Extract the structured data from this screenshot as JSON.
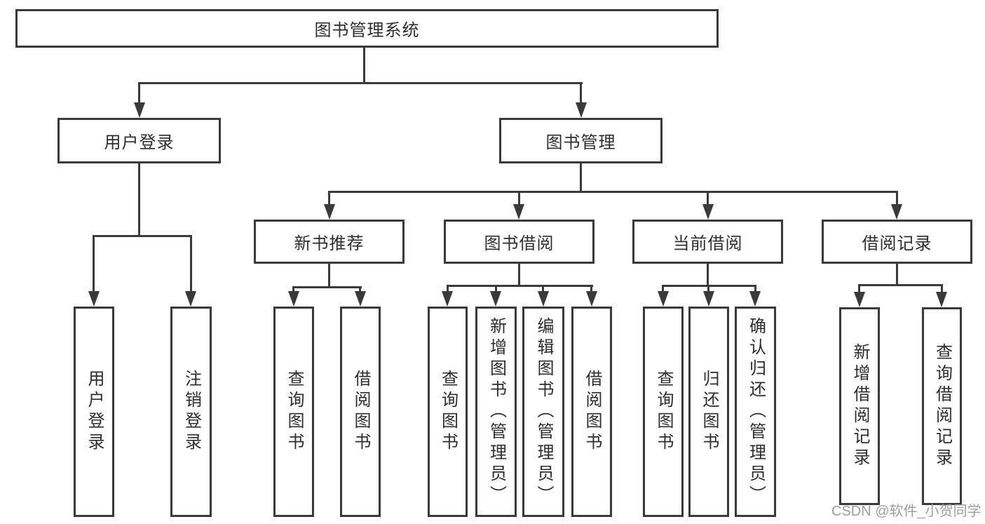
{
  "diagram": {
    "title": "图书管理系统",
    "nodes": {
      "root": "图书管理系统",
      "user_login": "用户登录",
      "book_mgmt": "图书管理",
      "new_book_rec": "新书推荐",
      "book_borrow": "图书借阅",
      "current_borrow": "当前借阅",
      "borrow_records": "借阅记录",
      "leaf_user_login": "用户登录",
      "leaf_logout": "注销登录",
      "leaf_rec_query_book": "查询图书",
      "leaf_rec_borrow_book": "借阅图书",
      "leaf_bb_query_book": "查询图书",
      "leaf_bb_add_book": "新增图书（管理员）",
      "leaf_bb_edit_book": "编辑图书（管理员）",
      "leaf_bb_borrow_book": "借阅图书",
      "leaf_cb_query_book": "查询图书",
      "leaf_cb_return_book": "归还图书",
      "leaf_cb_confirm_return": "确认归还（管理员）",
      "leaf_br_add_record": "新增借阅记录",
      "leaf_br_query_record": "查询借阅记录"
    },
    "hierarchy": {
      "label": "图书管理系统",
      "children": [
        {
          "label": "用户登录",
          "children": [
            {
              "label": "用户登录"
            },
            {
              "label": "注销登录"
            }
          ]
        },
        {
          "label": "图书管理",
          "children": [
            {
              "label": "新书推荐",
              "children": [
                {
                  "label": "查询图书"
                },
                {
                  "label": "借阅图书"
                }
              ]
            },
            {
              "label": "图书借阅",
              "children": [
                {
                  "label": "查询图书"
                },
                {
                  "label": "新增图书（管理员）"
                },
                {
                  "label": "编辑图书（管理员）"
                },
                {
                  "label": "借阅图书"
                }
              ]
            },
            {
              "label": "当前借阅",
              "children": [
                {
                  "label": "查询图书"
                },
                {
                  "label": "归还图书"
                },
                {
                  "label": "确认归还（管理员）"
                }
              ]
            },
            {
              "label": "借阅记录",
              "children": [
                {
                  "label": "新增借阅记录"
                },
                {
                  "label": "查询借阅记录"
                }
              ]
            }
          ]
        }
      ]
    },
    "watermark": "CSDN @软件_小贺同学",
    "colors": {
      "line": "#3a3a3a",
      "box_fill": "#ffffff",
      "text": "#2d2d2d",
      "watermark": "#9e9e9e",
      "background": "#ffffff"
    }
  }
}
